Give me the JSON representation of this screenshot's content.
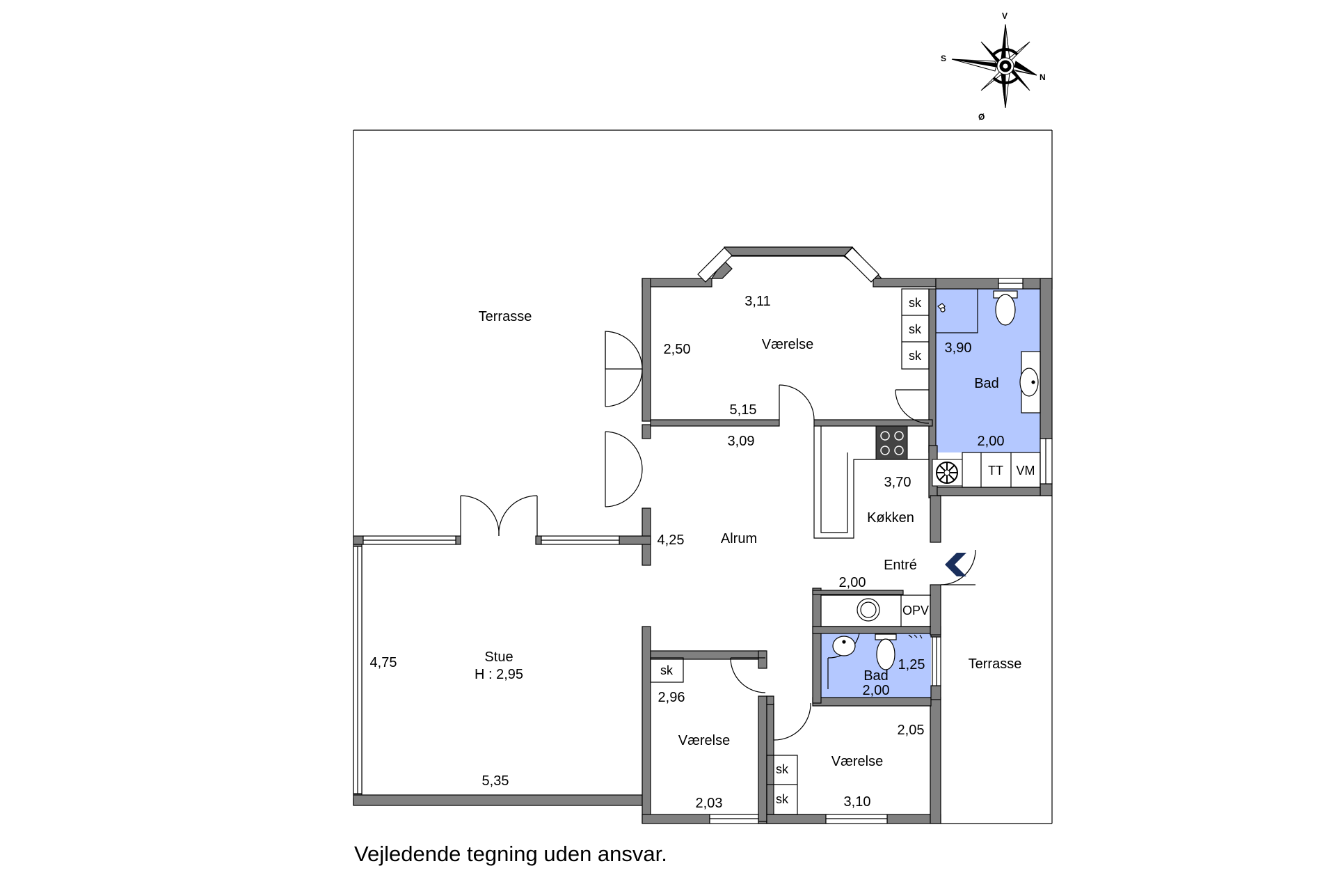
{
  "compass": {
    "north": "N",
    "south": "S",
    "east": "Ø",
    "west": "V"
  },
  "rooms": {
    "terrasse_left": "Terrasse",
    "terrasse_right": "Terrasse",
    "vaerelse_top": "Værelse",
    "bad_top": "Bad",
    "alrum": "Alrum",
    "koekken": "Køkken",
    "entre": "Entré",
    "stue": "Stue",
    "stue_height": "H : 2,95",
    "bad_small": "Bad",
    "vaerelse_bottom_left": "Værelse",
    "vaerelse_bottom_right": "Værelse"
  },
  "dimensions": {
    "vaerelse_top_width_top": "3,11",
    "vaerelse_top_depth": "2,50",
    "vaerelse_top_width_bottom": "5,15",
    "alrum_width": "3,09",
    "alrum_depth": "4,25",
    "bad_top_depth": "3,90",
    "bad_top_width": "2,00",
    "koekken_depth": "3,70",
    "entre_width": "2,00",
    "bad_small_depth": "1,25",
    "bad_small_width": "2,00",
    "stue_depth": "4,75",
    "stue_width": "5,35",
    "vaerelse_bl_depth": "2,96",
    "vaerelse_bl_width": "2,03",
    "vaerelse_br_depth": "2,05",
    "vaerelse_br_width": "3,10"
  },
  "fixtures": {
    "closet": "sk",
    "dryer": "TT",
    "washer": "VM",
    "opv": "OPV"
  },
  "colors": {
    "wall": "#808080",
    "bathroom": "#b4c8ff",
    "entrance_arrow": "#1a2f5c"
  },
  "disclaimer": "Vejledende tegning uden ansvar."
}
